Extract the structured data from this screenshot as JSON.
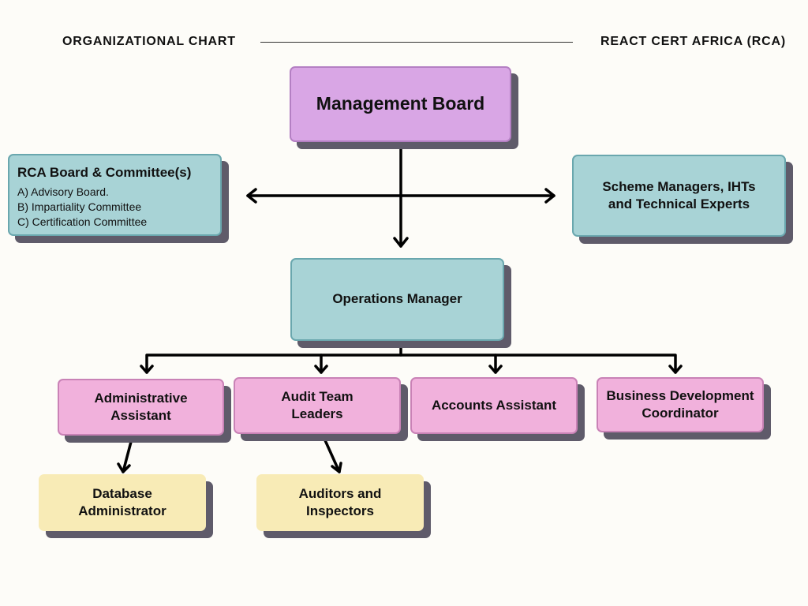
{
  "header": {
    "left_title": "ORGANIZATIONAL CHART",
    "right_title": "REACT CERT AFRICA (RCA)"
  },
  "nodes": {
    "management_board": "Management Board",
    "rca_board": {
      "title": "RCA Board & Committee(s)",
      "items": [
        "A) Advisory Board.",
        "B) Impartiality Committee",
        "C) Certification Committee"
      ]
    },
    "scheme_managers": "Scheme Managers, IHTs\nand Technical Experts",
    "operations_manager": "Operations Manager",
    "administrative_assistant": "Administrative\nAssistant",
    "audit_team_leaders": "Audit Team\nLeaders",
    "accounts_assistant": "Accounts Assistant",
    "business_development": "Business Development\nCoordinator",
    "database_administrator": "Database\nAdministrator",
    "auditors_inspectors": "Auditors and\nInspectors"
  },
  "colors": {
    "board": "#d9a6e5",
    "teal": "#a8d3d6",
    "pink": "#f1b1dc",
    "yellow": "#f8ebb6",
    "shadow": "#5f5b6a",
    "background": "#fdfcf8"
  }
}
